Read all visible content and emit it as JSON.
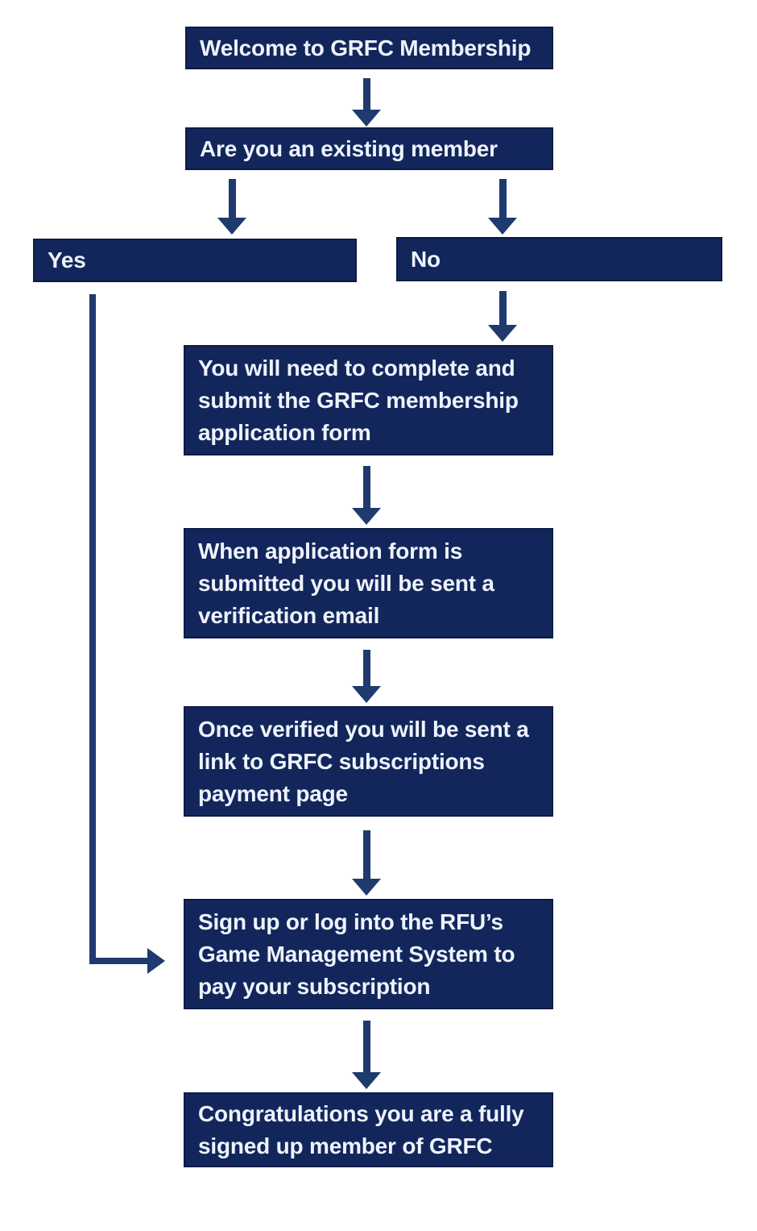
{
  "page": {
    "background": "#ffffff"
  },
  "colors": {
    "box_fill": "#13265c",
    "box_border": "#0d1a42",
    "box_text": "#eef3fc",
    "arrow": "#1f3a6e"
  },
  "flowchart": {
    "welcome": "Welcome to GRFC Membership",
    "question": "Are you an existing member",
    "yes": "Yes",
    "no": "No",
    "application": "You will need to complete and\nsubmit the GRFC membership\napplication form",
    "verification": "When application form is\nsubmitted you will be sent a\nverification email",
    "payment": "Once verified you will be sent a\nlink to GRFC subscriptions\npayment page",
    "gms": "Sign up or log into the RFU’s\nGame Management System to\npay your subscription",
    "congrats": "Congratulations you are a fully\nsigned up member of GRFC"
  }
}
